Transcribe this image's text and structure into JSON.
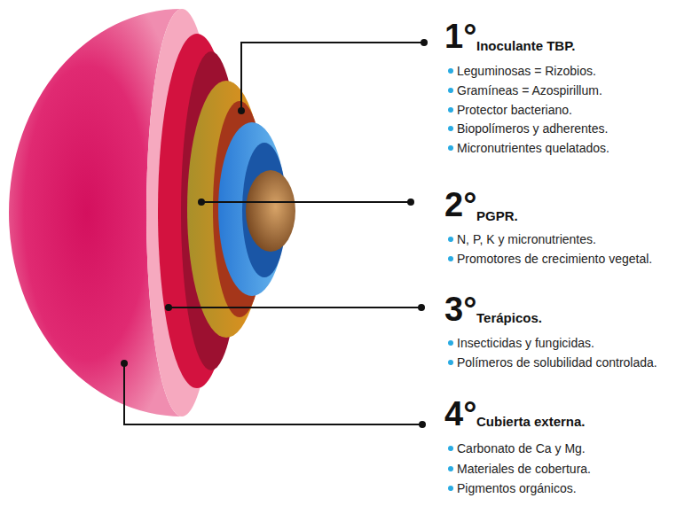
{
  "diagram": {
    "labels": [
      "1°",
      "Inoculante TBP.",
      "Leguminosas = Rizobios.",
      "Gramíneas = Azospirillum.",
      "Protector bacteriano.",
      "Biopolímeros y adherentes.",
      "Micronutrientes quelatados.",
      "2°",
      "PGPR.",
      "N, P, K y micronutrientes.",
      "Promotores de crecimiento vegetal.",
      "3°",
      "Terápicos.",
      "Insecticidas y fungicidas.",
      "Polímeros de solubilidad controlada.",
      "4°",
      "Cubierta externa.",
      "Carbonato de Ca y Mg.",
      "Materiales de cobertura.",
      "Pigmentos orgánicos."
    ]
  }
}
